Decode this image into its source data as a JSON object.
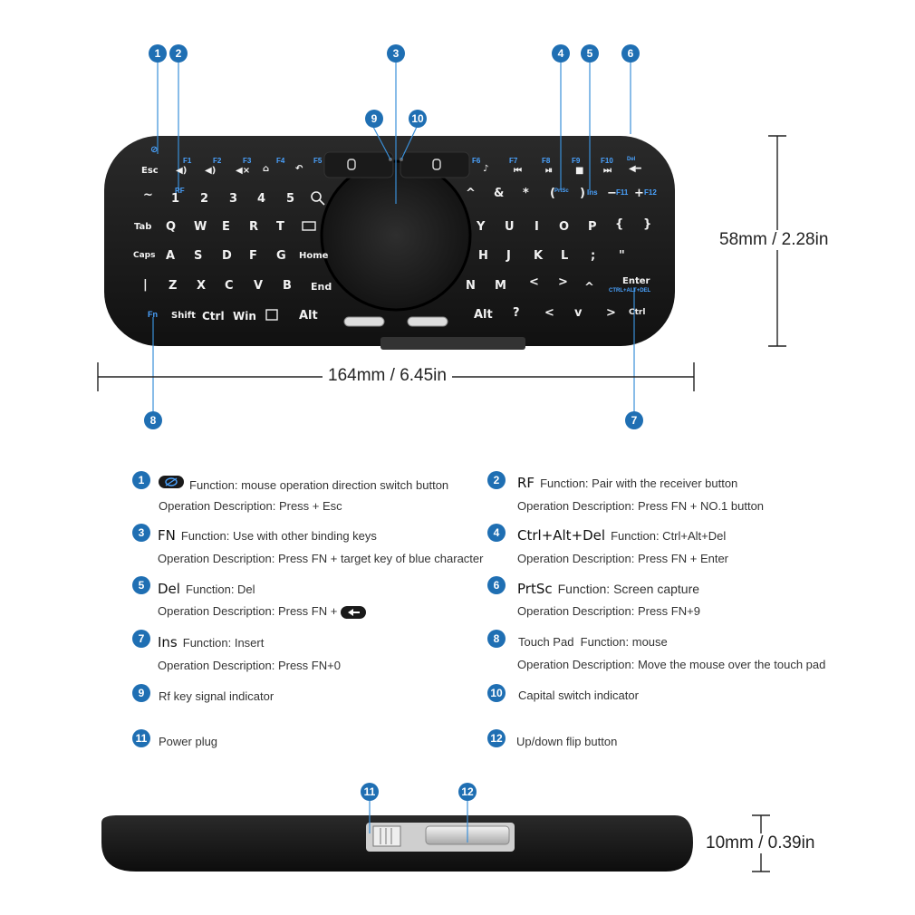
{
  "dimensions": {
    "height": "58mm / 2.28in",
    "width": "164mm / 6.45in",
    "thickness": "10mm / 0.39in"
  },
  "callouts": [
    "1",
    "2",
    "3",
    "4",
    "5",
    "6",
    "7",
    "8",
    "9",
    "10",
    "11",
    "12"
  ],
  "keyboard": {
    "row0": [
      "Esc",
      "F1",
      "F2",
      "F3",
      "F4",
      "F5",
      "F6",
      "F7",
      "F8",
      "F9",
      "F10",
      "Del"
    ],
    "row1": [
      "~",
      "1",
      "2",
      "3",
      "4",
      "5",
      "^",
      "&",
      "*",
      "(",
      ")",
      "−",
      "+"
    ],
    "row1_fn": [
      "RF",
      "PrtSc",
      "Ins",
      "F11",
      "F12"
    ],
    "row2": [
      "Tab",
      "Q",
      "W",
      "E",
      "R",
      "T",
      "Y",
      "U",
      "I",
      "O",
      "P",
      "{",
      "}"
    ],
    "row3": [
      "Caps",
      "A",
      "S",
      "D",
      "F",
      "G",
      "Home",
      "H",
      "J",
      "K",
      "L",
      ";",
      "\""
    ],
    "row4": [
      "|",
      "Z",
      "X",
      "C",
      "V",
      "B",
      "End",
      "N",
      "M",
      "<",
      ">",
      "^",
      "Enter"
    ],
    "row4_fn": "CTRL+ALT+DEL",
    "row5": [
      "Fn",
      "Shift",
      "Ctrl",
      "Win",
      "Alt",
      "Alt",
      "?",
      "<",
      "v",
      ">",
      "Ctrl"
    ]
  },
  "legend": {
    "left": [
      {
        "num": "1",
        "title": "",
        "func": "Function: mouse operation direction switch button",
        "desc": "Operation Description: Press + Esc",
        "icon": "mouse-switch-icon"
      },
      {
        "num": "3",
        "title": "FN",
        "func": "Function: Use with other binding keys",
        "desc": "Operation Description: Press FN + target key of blue character"
      },
      {
        "num": "5",
        "title": "Del",
        "func": "Function: Del",
        "desc": "Operation Description: Press FN +",
        "icon": "backspace-icon"
      },
      {
        "num": "7",
        "title": "Ins",
        "func": "Function: Insert",
        "desc": "Operation Description: Press FN+0"
      },
      {
        "num": "9",
        "title": "",
        "func": "Rf key signal indicator",
        "desc": ""
      },
      {
        "num": "11",
        "title": "",
        "func": "Power plug",
        "desc": ""
      }
    ],
    "right": [
      {
        "num": "2",
        "title": "RF",
        "func": "Function: Pair with the receiver button",
        "desc": "Operation Description: Press FN + NO.1 button"
      },
      {
        "num": "4",
        "title": "Ctrl+Alt+Del",
        "func": "Function: Ctrl+Alt+Del",
        "desc": "Operation Description: Press FN + Enter"
      },
      {
        "num": "6",
        "title": "PrtSc",
        "func": "Function: Screen capture",
        "desc": "Operation Description: Press FN+9"
      },
      {
        "num": "8",
        "title": "",
        "func": "Touch Pad  Function: mouse",
        "desc": "Operation Description: Move the mouse over the touch pad"
      },
      {
        "num": "10",
        "title": "",
        "func": "Capital switch indicator",
        "desc": ""
      },
      {
        "num": "12",
        "title": "",
        "func": "Up/down flip button",
        "desc": ""
      }
    ]
  },
  "colors": {
    "badge": "#1f6fb3",
    "fn_blue": "#4aa3ff",
    "body": "#1a1a1a"
  }
}
